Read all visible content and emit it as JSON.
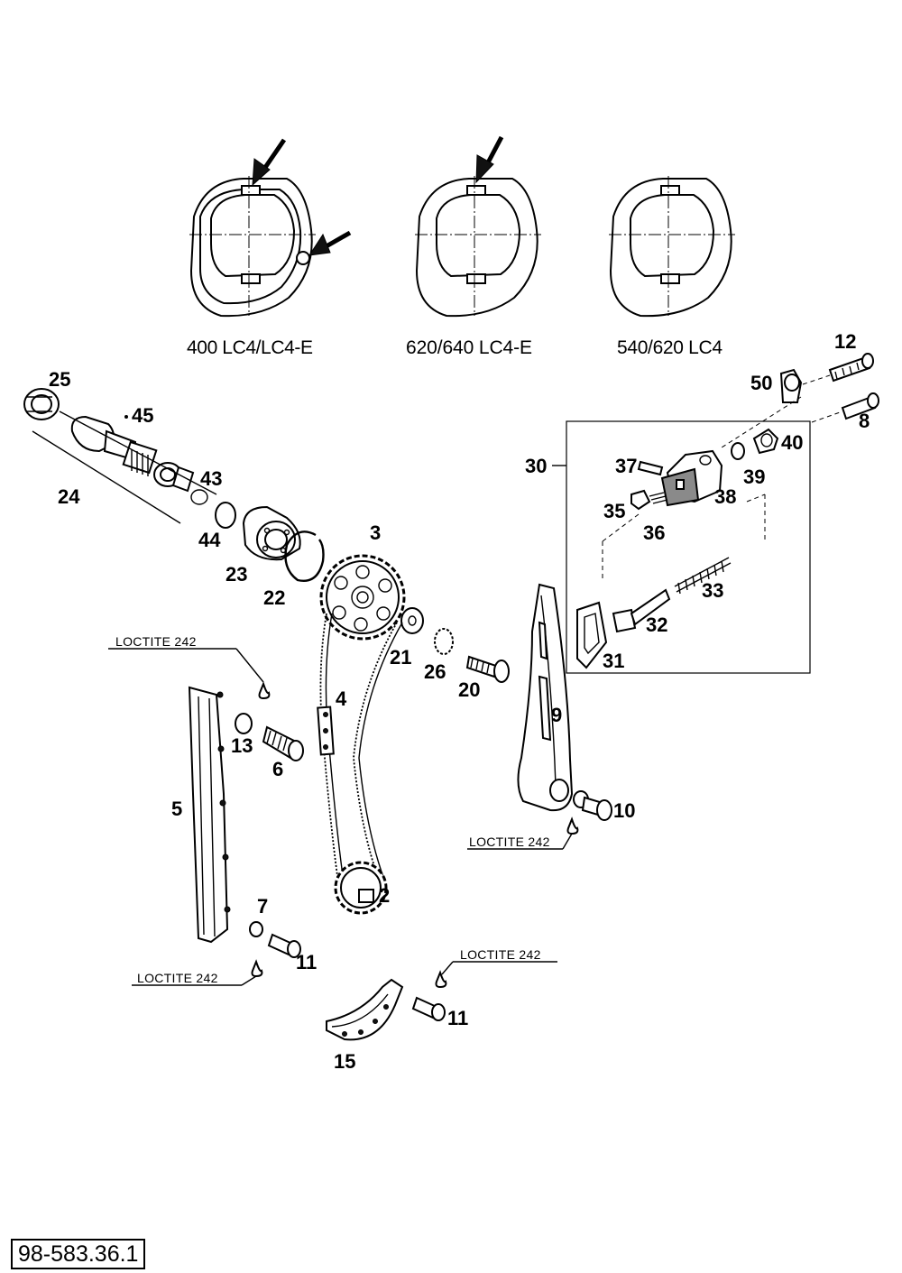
{
  "variants": [
    "400 LC4/LC4-E",
    "620/640 LC4-E",
    "540/620 LC4"
  ],
  "labels": {
    "p2": "2",
    "p3": "3",
    "p4": "4",
    "p5": "5",
    "p6": "6",
    "p7": "7",
    "p8": "8",
    "p9": "9",
    "p10": "10",
    "p11a": "11",
    "p11b": "11",
    "p12": "12",
    "p13": "13",
    "p15": "15",
    "p20": "20",
    "p21": "21",
    "p22": "22",
    "p23": "23",
    "p24": "24",
    "p25": "25",
    "p26": "26",
    "p30": "30",
    "p31": "31",
    "p32": "32",
    "p33": "33",
    "p35": "35",
    "p36": "36",
    "p37": "37",
    "p38": "38",
    "p39": "39",
    "p40": "40",
    "p43": "43",
    "p44": "44",
    "p45": "45",
    "p50": "50"
  },
  "loctite": [
    "LOCTITE 242",
    "LOCTITE 242",
    "LOCTITE 242",
    "LOCTITE 242"
  ],
  "document_code": "98-583.36.1"
}
